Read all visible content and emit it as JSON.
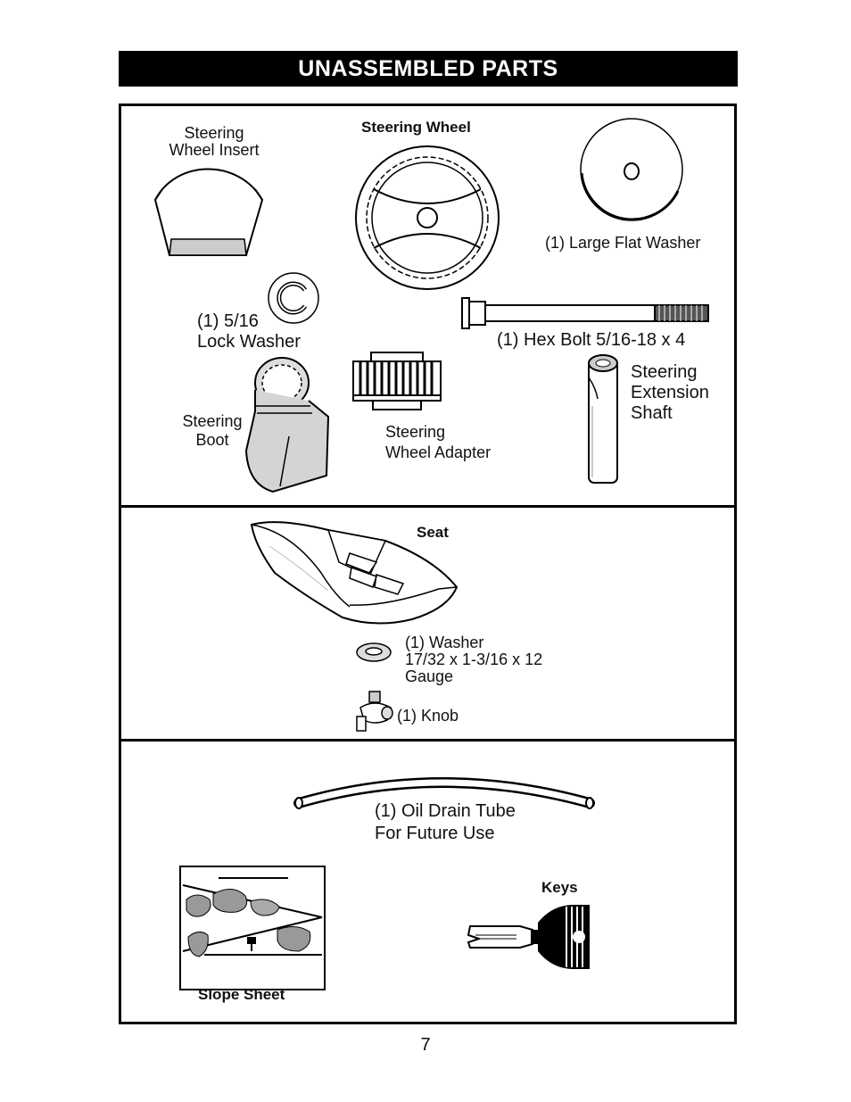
{
  "header": {
    "title": "UNASSEMBLED PARTS"
  },
  "parts": {
    "steering_wheel_insert": {
      "line1": "Steering",
      "line2": "Wheel Insert"
    },
    "steering_wheel": {
      "label": "Steering Wheel"
    },
    "large_flat_washer": {
      "label": "(1) Large Flat Washer"
    },
    "lock_washer": {
      "line1": "(1) 5/16",
      "line2": "Lock Washer"
    },
    "hex_bolt": {
      "label": "(1) Hex Bolt 5/16-18 x 4"
    },
    "steering_boot": {
      "line1": "Steering",
      "line2": "Boot"
    },
    "steering_wheel_adapter": {
      "line1": "Steering",
      "line2": "Wheel Adapter"
    },
    "steering_extension_shaft": {
      "line1": "Steering",
      "line2": "Extension",
      "line3": "Shaft"
    },
    "seat": {
      "label": "Seat"
    },
    "washer": {
      "line1": "(1) Washer",
      "line2": "17/32 x 1-3/16 x 12",
      "line3": "Gauge"
    },
    "knob": {
      "label": "(1) Knob"
    },
    "oil_drain_tube": {
      "line1": "(1) Oil Drain Tube",
      "line2": "For Future Use"
    },
    "slope_sheet": {
      "label": "Slope Sheet"
    },
    "keys": {
      "label": "Keys"
    }
  },
  "page_number": "7"
}
